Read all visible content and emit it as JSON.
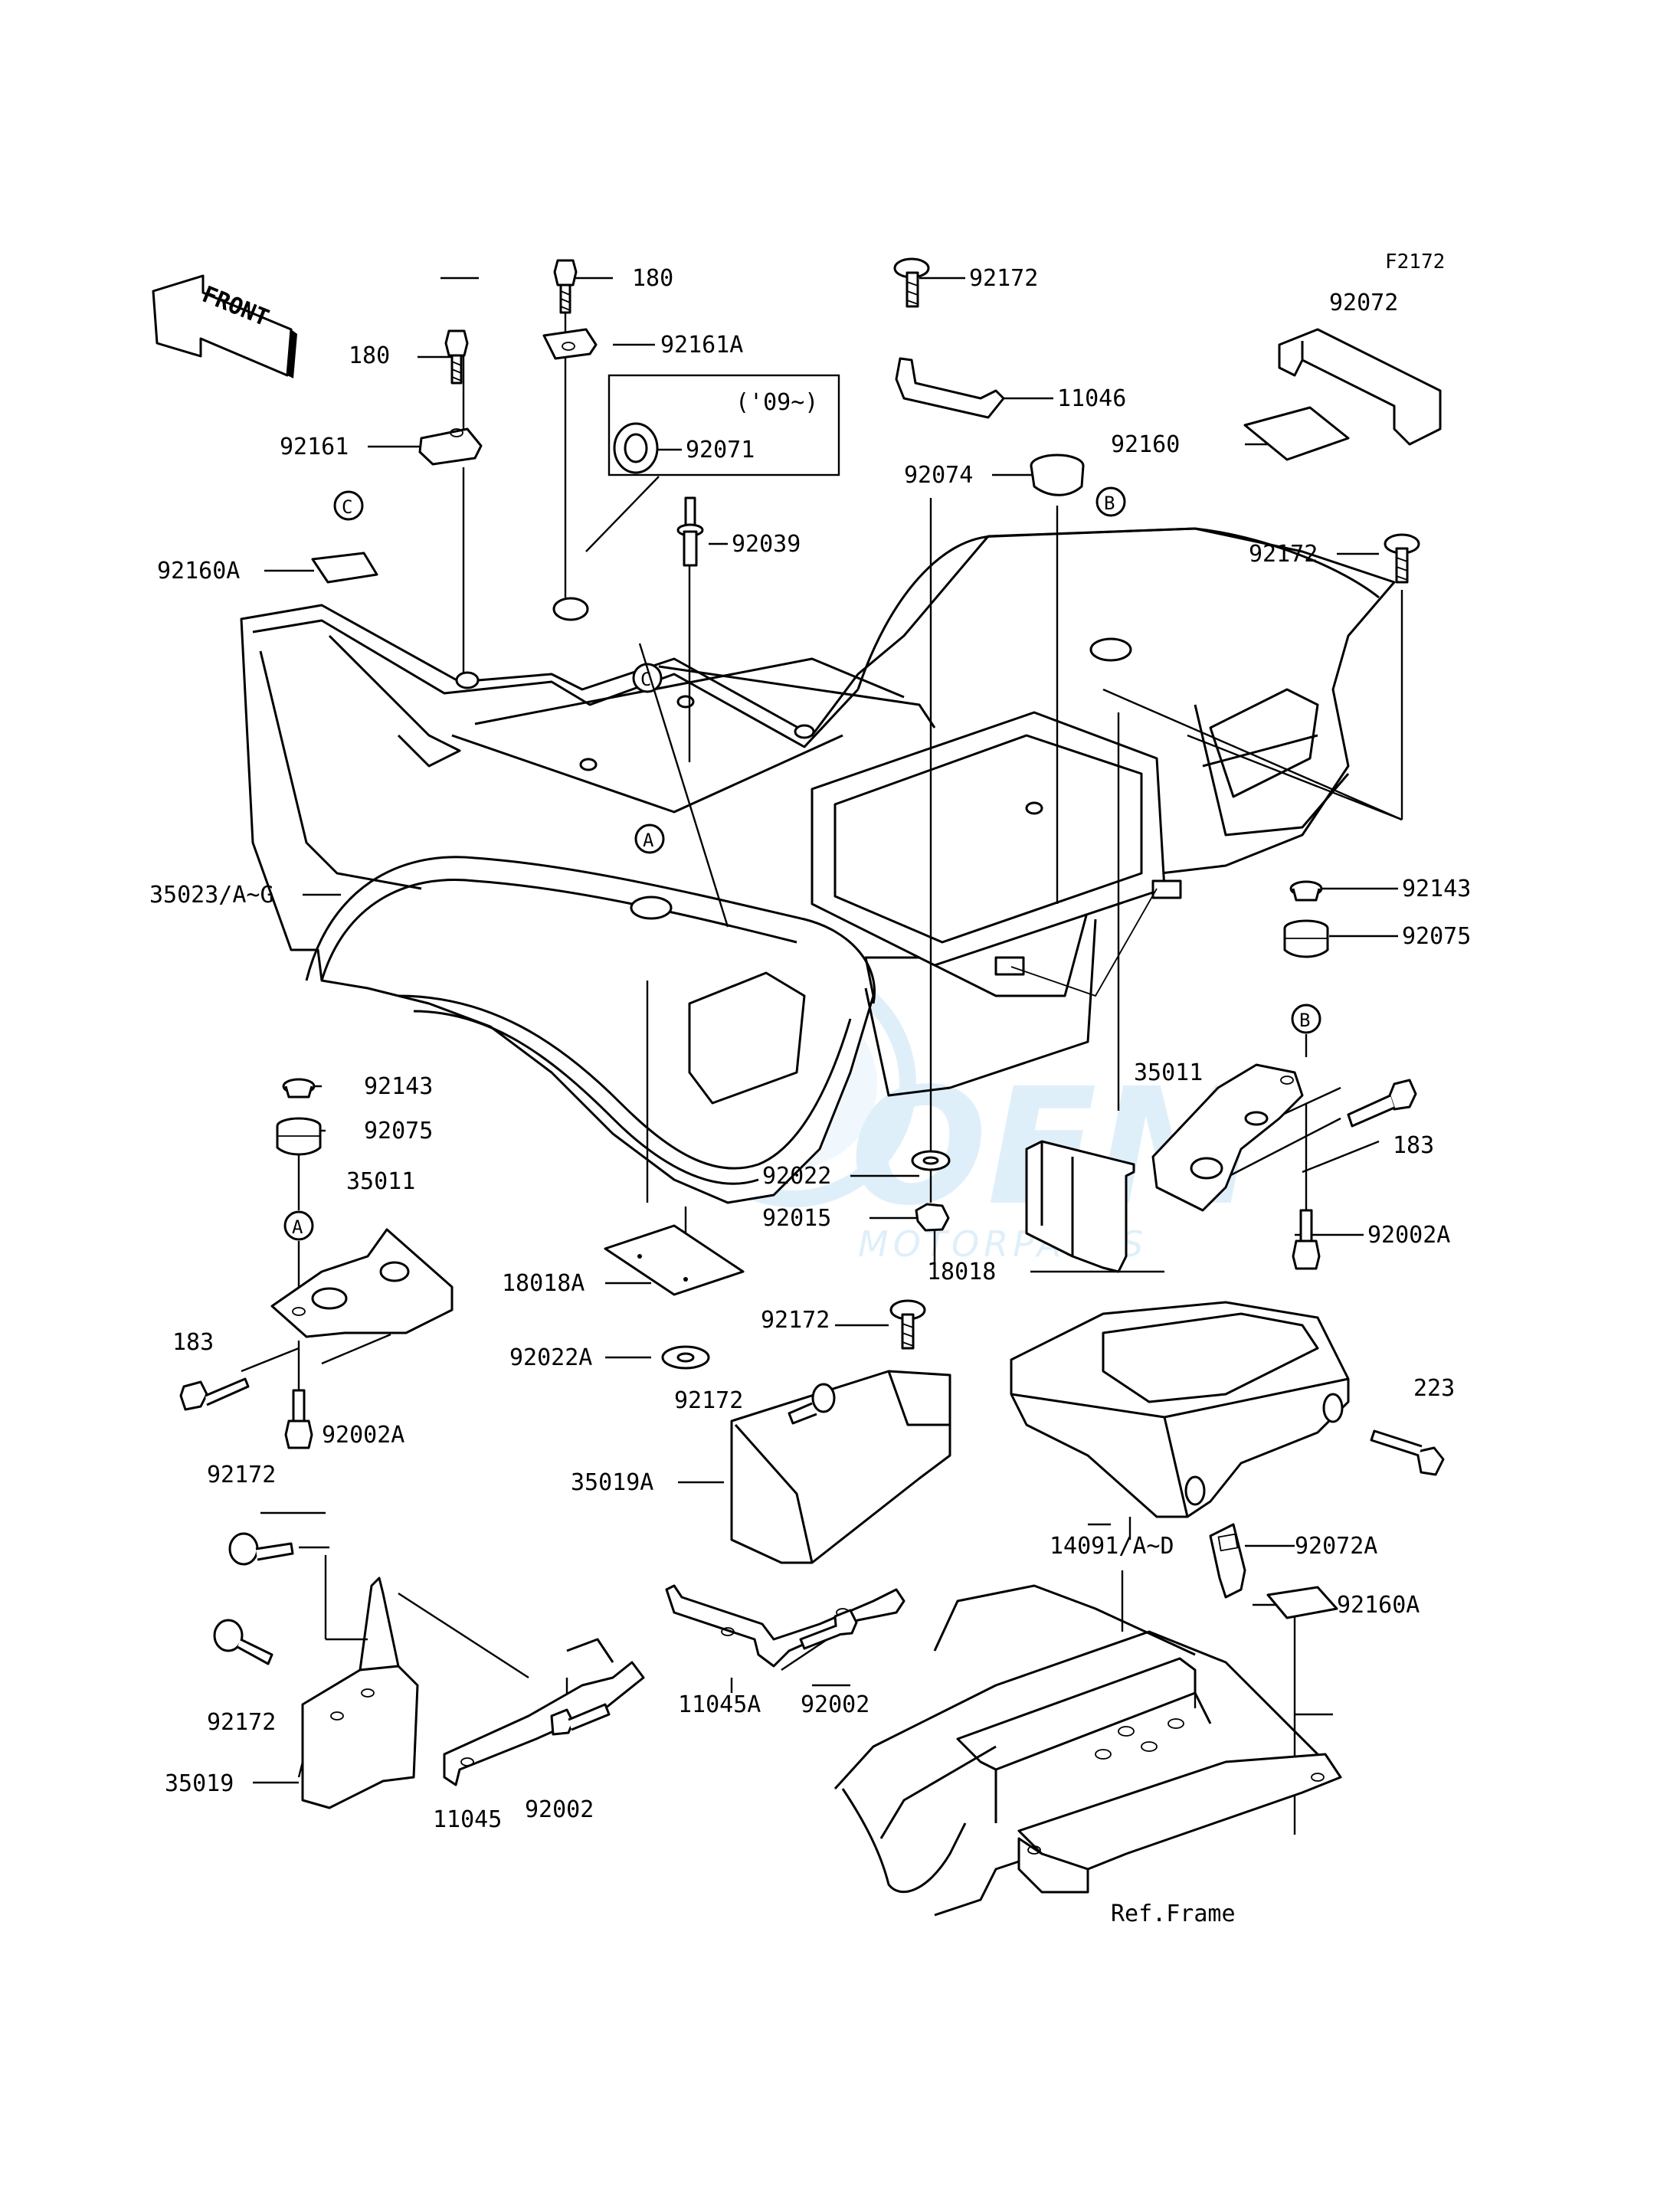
{
  "figure_code": "F2172",
  "front_arrow": {
    "label": "FRONT"
  },
  "ref_markers": [
    "A",
    "B",
    "C"
  ],
  "note": "('09~)",
  "watermark": {
    "brand": "OEM",
    "subtitle": "MOTORPARTS"
  },
  "frame_note": "Ref.Frame",
  "parts": {
    "p180a": "180",
    "p180b": "180",
    "p92161a": "92161A",
    "p92161": "92161",
    "p92160a_top": "92160A",
    "p92071": "92071",
    "p92039": "92039",
    "p92172_top": "92172",
    "p11046": "11046",
    "p92072": "92072",
    "p92160": "92160",
    "p92074": "92074",
    "p92172_right": "92172",
    "p35023": "35023/A~G",
    "p92143_right": "92143",
    "p92075_right": "92075",
    "p35011_right": "35011",
    "p183_right": "183",
    "p92002a_right": "92002A",
    "p92143_left": "92143",
    "p92075_left": "92075",
    "p35011_left": "35011",
    "p183_left": "183",
    "p92002a_left": "92002A",
    "p92022": "92022",
    "p92015": "92015",
    "p18018": "18018",
    "p18018a": "18018A",
    "p92022a": "92022A",
    "p92172_mid": "92172",
    "p92172_mid2": "92172",
    "p35019a": "35019A",
    "p223": "223",
    "p14091": "14091/A~D",
    "p92072a": "92072A",
    "p92160a_bot": "92160A",
    "p92172_ll1": "92172",
    "p92172_ll2": "92172",
    "p35019": "35019",
    "p11045": "11045",
    "p92002_bl": "92002",
    "p11045a": "11045A",
    "p92002_bm": "92002"
  }
}
